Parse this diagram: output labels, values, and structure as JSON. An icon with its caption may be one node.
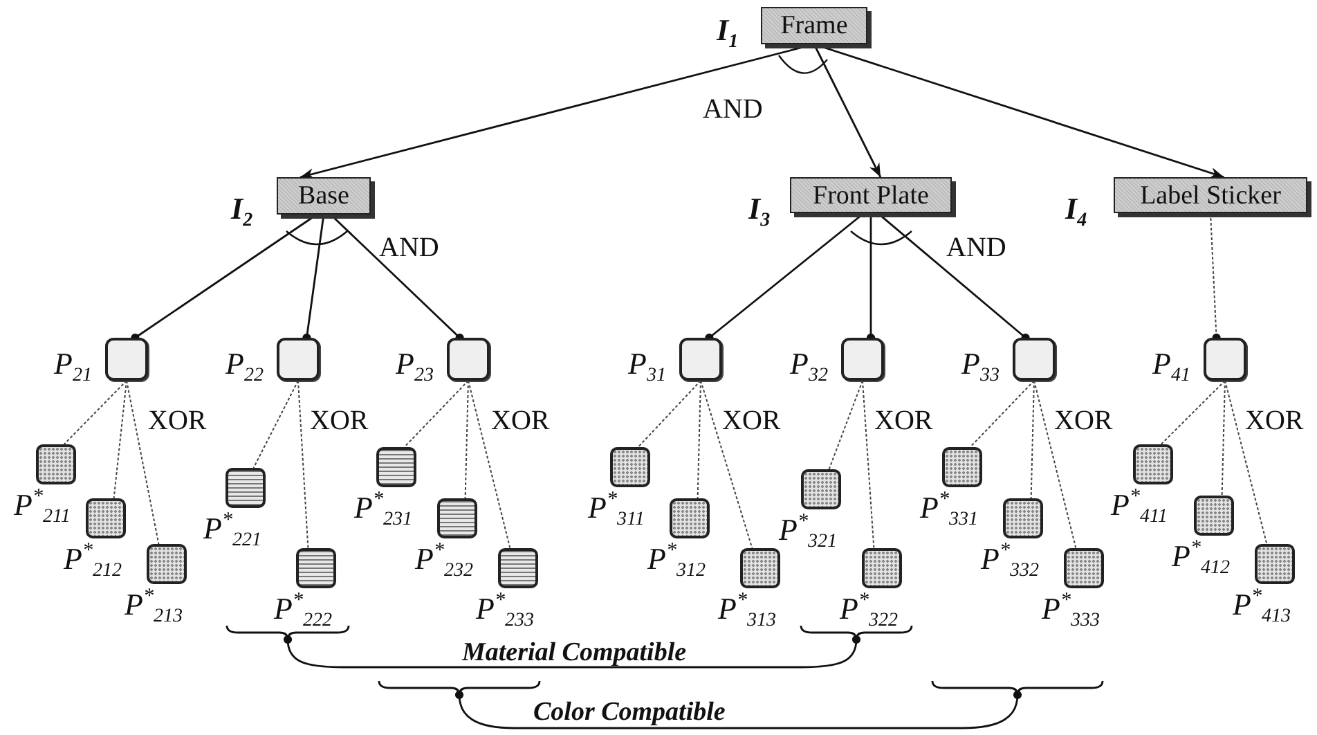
{
  "diagram": {
    "nodes": [
      {
        "text": [
          "Frame"
        ],
        "beside": [
          "I$_{1}$"
        ]
      },
      {
        "text": [
          "Base"
        ],
        "beside": [
          "I$_{2}$"
        ]
      },
      {
        "text": [
          "Front Plate"
        ],
        "beside": [
          "I$_{3}$"
        ]
      },
      {
        "text": [
          "Label Sticker"
        ],
        "beside": [
          "I$_{4}$"
        ]
      },
      {
        "text": [],
        "shape": "box",
        "beside": [
          "P$_{21}$"
        ]
      },
      {
        "text": [],
        "shape": "box",
        "beside": [
          "P$_{22}$"
        ]
      },
      {
        "text": [],
        "shape": "box",
        "beside": [
          "P$_{23}$"
        ]
      },
      {
        "text": [],
        "shape": "box",
        "beside": [
          "P$_{31}$"
        ]
      },
      {
        "text": [],
        "shape": "box",
        "beside": [
          "P$_{32}$"
        ]
      },
      {
        "text": [],
        "shape": "box",
        "beside": [
          "P$_{33}$"
        ]
      },
      {
        "text": [],
        "shape": "box",
        "beside": [
          "P$_{41}$"
        ]
      },
      {
        "text": [],
        "shape": "box",
        "beside": [
          "P$^{*}$$_{211}$"
        ]
      },
      {
        "text": [],
        "shape": "box",
        "beside": [
          "P$^{*}$$_{212}$"
        ]
      },
      {
        "text": [],
        "shape": "box",
        "beside": [
          "P$^{*}$$_{213}$"
        ]
      },
      {
        "text": [],
        "shape": "box",
        "beside": [
          "P$^{*}$$_{221}$"
        ]
      },
      {
        "text": [],
        "shape": "box",
        "beside": [
          "P$^{*}$$_{222}$"
        ]
      },
      {
        "text": [],
        "shape": "box",
        "beside": [
          "P$^{*}$$_{231}$"
        ]
      },
      {
        "text": [],
        "shape": "box",
        "beside": [
          "P$^{*}$$_{232}$"
        ]
      },
      {
        "text": [],
        "shape": "box",
        "beside": [
          "P$^{*}$$_{233}$"
        ]
      },
      {
        "text": [],
        "shape": "box",
        "beside": [
          "P$^{*}$$_{311}$"
        ]
      },
      {
        "text": [],
        "shape": "box",
        "beside": [
          "P$^{*}$$_{312}$"
        ]
      },
      {
        "text": [],
        "shape": "box",
        "beside": [
          "P$^{*}$$_{313}$"
        ]
      },
      {
        "text": [],
        "shape": "box",
        "beside": [
          "P$^{*}$$_{321}$"
        ]
      },
      {
        "text": [],
        "shape": "box",
        "beside": [
          "P$^{*}$$_{322}$"
        ]
      },
      {
        "text": [],
        "shape": "box",
        "beside": [
          "P$^{*}$$_{331}$"
        ]
      },
      {
        "text": [],
        "shape": "box",
        "beside": [
          "P$^{*}$$_{332}$"
        ]
      },
      {
        "text": [],
        "shape": "box",
        "beside": [
          "P$^{*}$$_{333}$"
        ]
      },
      {
        "text": [],
        "shape": "box",
        "beside": [
          "P$^{*}$$_{411}$"
        ]
      },
      {
        "text": [],
        "shape": "box",
        "beside": [
          "P$^{*}$$_{412}$"
        ]
      },
      {
        "text": [],
        "shape": "box",
        "beside": [
          "P$^{*}$$_{413}$"
        ]
      },
      {
        "text": [],
        "shape": "brace"
      },
      {
        "text": [],
        "shape": "brace"
      },
      {
        "text": [],
        "shape": "brace"
      },
      {
        "text": [],
        "shape": "brace"
      }
    ],
    "edges": [
      {
        "from": 0,
        "to": 1,
        "arrow": "to"
      },
      {
        "from": 0,
        "to": 2,
        "arrow": "to"
      },
      {
        "from": 0,
        "to": 3,
        "arrow": "to"
      },
      {
        "from": 1,
        "to": 4,
        "arrow": "other"
      },
      {
        "from": 1,
        "to": 5,
        "arrow": "other"
      },
      {
        "from": 1,
        "to": 6,
        "arrow": "other"
      },
      {
        "from": 2,
        "to": 7,
        "arrow": "other"
      },
      {
        "from": 2,
        "to": 8,
        "arrow": "other"
      },
      {
        "from": 2,
        "to": 9,
        "arrow": "other"
      },
      {
        "from": 3,
        "to": 10,
        "arrow": "other",
        "style": "dashed"
      },
      {
        "from": 4,
        "to": 11,
        "arrow": "none",
        "style": "dashed"
      },
      {
        "from": 4,
        "to": 12,
        "arrow": "none",
        "style": "dashed"
      },
      {
        "from": 4,
        "to": 13,
        "arrow": "none",
        "style": "dashed"
      },
      {
        "from": 5,
        "to": 14,
        "arrow": "none",
        "style": "dashed"
      },
      {
        "from": 5,
        "to": 15,
        "arrow": "none",
        "style": "dashed"
      },
      {
        "from": 6,
        "to": 16,
        "arrow": "none",
        "style": "dashed"
      },
      {
        "from": 6,
        "to": 17,
        "arrow": "none",
        "style": "dashed"
      },
      {
        "from": 6,
        "to": 18,
        "arrow": "none",
        "style": "dashed"
      },
      {
        "from": 7,
        "to": 19,
        "arrow": "none",
        "style": "dashed"
      },
      {
        "from": 7,
        "to": 20,
        "arrow": "none",
        "style": "dashed"
      },
      {
        "from": 7,
        "to": 21,
        "arrow": "none",
        "style": "dashed"
      },
      {
        "from": 8,
        "to": 22,
        "arrow": "none",
        "style": "dashed"
      },
      {
        "from": 8,
        "to": 23,
        "arrow": "none",
        "style": "dashed"
      },
      {
        "from": 9,
        "to": 24,
        "arrow": "none",
        "style": "dashed"
      },
      {
        "from": 9,
        "to": 25,
        "arrow": "none",
        "style": "dashed"
      },
      {
        "from": 9,
        "to": 26,
        "arrow": "none",
        "style": "dashed"
      },
      {
        "from": 10,
        "to": 27,
        "arrow": "none",
        "style": "dashed"
      },
      {
        "from": 10,
        "to": 28,
        "arrow": "none",
        "style": "dashed"
      },
      {
        "from": 10,
        "to": 29,
        "arrow": "none",
        "style": "dashed"
      },
      {
        "from": 30,
        "to": 31,
        "arrow": "other",
        "label": "Material Compatible"
      },
      {
        "from": 32,
        "to": 33,
        "arrow": "other",
        "label": "Color Compatible"
      }
    ],
    "labels": [
      "AND",
      "AND",
      "AND",
      "XOR",
      "XOR",
      "XOR",
      "XOR",
      "XOR",
      "XOR",
      "XOR"
    ]
  }
}
